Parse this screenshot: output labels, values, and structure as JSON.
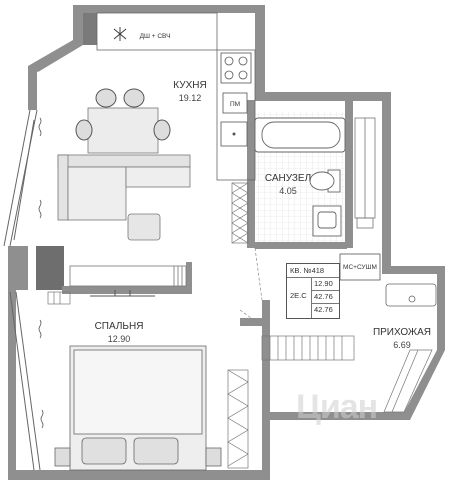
{
  "rooms": {
    "kitchen": {
      "name": "КУХНЯ",
      "area": "19.12"
    },
    "bathroom": {
      "name": "САНУЗЕЛ",
      "area": "4.05"
    },
    "bedroom": {
      "name": "СПАЛЬНЯ",
      "area": "12.90"
    },
    "hallway": {
      "name": "ПРИХОЖАЯ",
      "area": "6.69"
    }
  },
  "fixtures": {
    "shower_dryer": "ДШ + СВЧ",
    "dishwasher": "ПМ",
    "washer_dryer": "МС+СУШМ"
  },
  "apartment": {
    "number": "КВ. №418",
    "type": "2Е.С",
    "living_area": "12.90",
    "total_area": "42.76",
    "total_area_2": "42.76"
  },
  "watermark": "Циан",
  "colors": {
    "wall": "#8f8f8f",
    "wall_dark": "#6e6e6e",
    "grid": "#d9d9d9",
    "furniture": "#e8e8e8",
    "outline": "#666666"
  }
}
